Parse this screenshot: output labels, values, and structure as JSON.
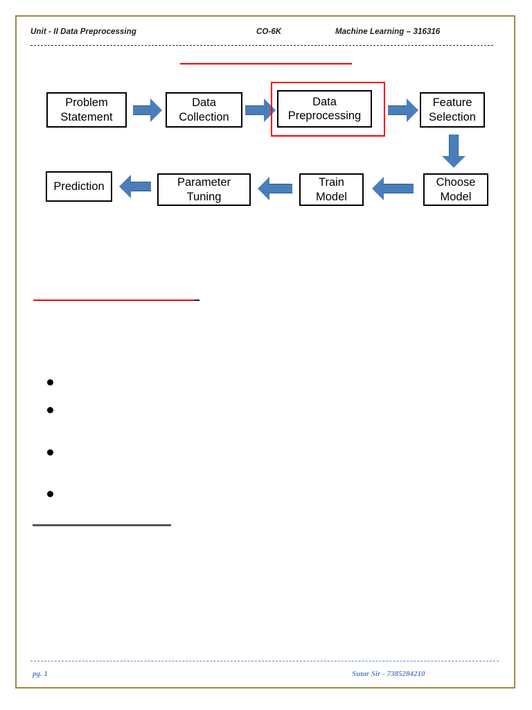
{
  "document": {
    "page_border_color": "#9c8b3f",
    "background_color": "#ffffff"
  },
  "header": {
    "left": "Unit - II Data Preprocessing",
    "middle": "CO-6K",
    "right": "Machine Learning – 316316",
    "rule_style": "dashed"
  },
  "flowchart": {
    "accent_arrow_color": "#4a7ebb",
    "highlight_color": "#ff0000",
    "box_border_color": "#000000",
    "title_underline_color": "#ff0000",
    "row1": [
      {
        "id": "problem-statement",
        "lines": [
          "Problem",
          "Statement"
        ]
      },
      {
        "id": "data-collection",
        "lines": [
          "Data",
          "Collection"
        ]
      },
      {
        "id": "data-preprocessing",
        "lines": [
          "Data",
          "Preprocessing"
        ],
        "highlighted": true
      },
      {
        "id": "feature-selection",
        "lines": [
          "Feature",
          "Selection"
        ]
      }
    ],
    "row2": [
      {
        "id": "prediction",
        "lines": [
          "Prediction"
        ]
      },
      {
        "id": "parameter-tuning",
        "lines": [
          "Parameter",
          "Tuning"
        ]
      },
      {
        "id": "train-model",
        "lines": [
          "Train",
          "Model"
        ]
      },
      {
        "id": "choose-model",
        "lines": [
          "Choose",
          "Model"
        ]
      }
    ]
  },
  "body": {
    "section_underline_color": "#ff0000",
    "bottom_rule_color": "#555555",
    "bullets": [
      "",
      "",
      "",
      ""
    ]
  },
  "footer": {
    "left": "pg. 1",
    "right": "Sutar Sir - 7385284210",
    "color": "#5b84c4"
  }
}
